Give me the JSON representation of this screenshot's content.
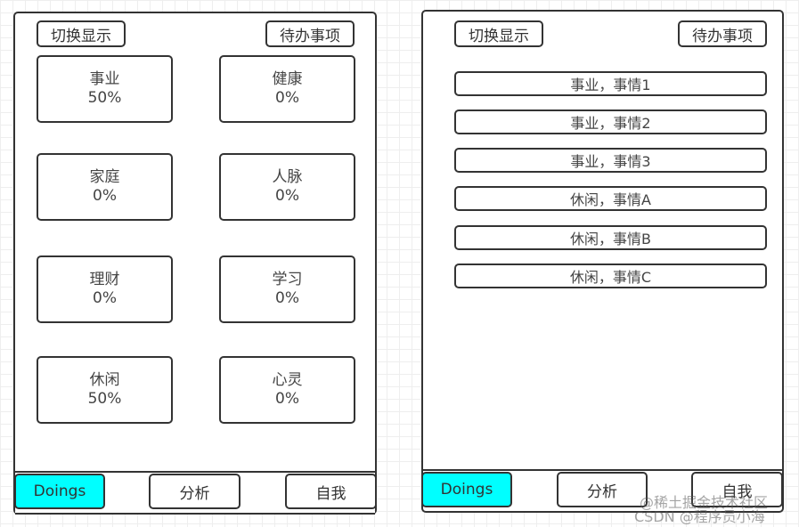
{
  "left_screen": {
    "toggle_label": "切换显示",
    "todo_label": "待办事项",
    "categories": [
      {
        "name": "事业",
        "percent": "50%"
      },
      {
        "name": "健康",
        "percent": "0%"
      },
      {
        "name": "家庭",
        "percent": "0%"
      },
      {
        "name": "人脉",
        "percent": "0%"
      },
      {
        "name": "理财",
        "percent": "0%"
      },
      {
        "name": "学习",
        "percent": "0%"
      },
      {
        "name": "休闲",
        "percent": "50%"
      },
      {
        "name": "心灵",
        "percent": "0%"
      }
    ],
    "tabs": [
      "Doings",
      "分析",
      "自我"
    ]
  },
  "right_screen": {
    "toggle_label": "切换显示",
    "todo_label": "待办事项",
    "todos": [
      "事业，事情1",
      "事业，事情2",
      "事业，事情3",
      "休闲，事情A",
      "休闲，事情B",
      "休闲，事情C"
    ],
    "tabs": [
      "Doings",
      "分析",
      "自我"
    ]
  },
  "watermark": {
    "line1": "@稀土掘金技术社区",
    "line2": "CSDN @程序员小海"
  },
  "colors": {
    "active_tab": "#00ffff",
    "border": "#333333"
  }
}
